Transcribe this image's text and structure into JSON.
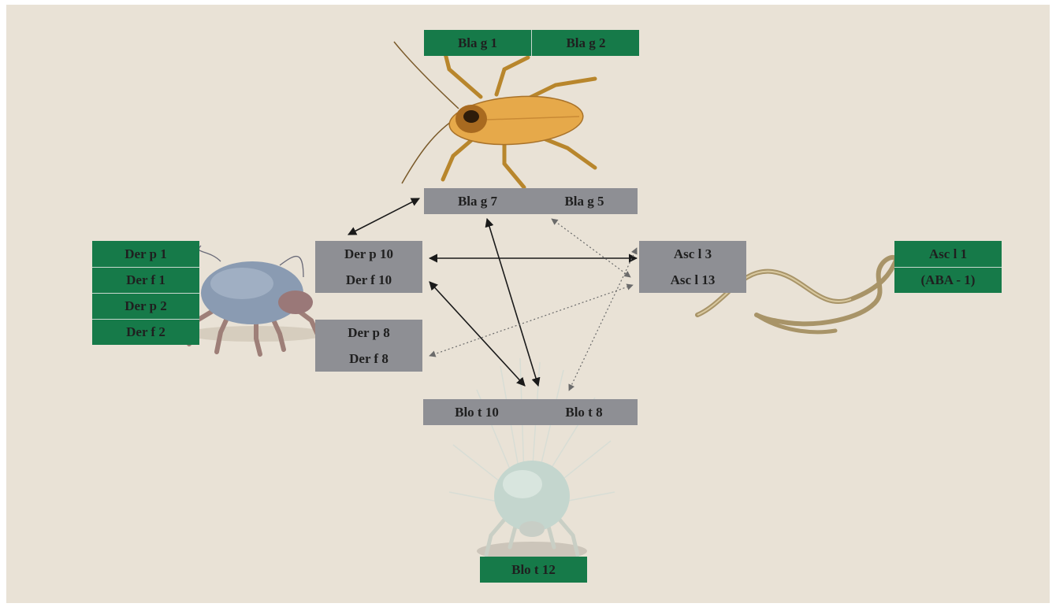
{
  "cockroach": {
    "top_pair": [
      "Bla g 1",
      "Bla g 2"
    ],
    "bottom_pair": [
      "Bla g 7",
      "Bla g 5"
    ]
  },
  "der_mite": {
    "green": [
      "Der p 1",
      "Der f 1",
      "Der p 2",
      "Der f 2"
    ],
    "group_10": [
      "Der p 10",
      "Der f 10"
    ],
    "group_8": [
      "Der p 8",
      "Der f 8"
    ]
  },
  "ascaris": {
    "grey": [
      "Asc l 3",
      "Asc l 13"
    ],
    "green": [
      "Asc l 1",
      "(ABA - 1)"
    ]
  },
  "blo_mite": {
    "grey": [
      "Blo t 10",
      "Blo t 8"
    ],
    "green": [
      "Blo t 12"
    ]
  },
  "colors": {
    "background": "#e9e2d6",
    "species_specific": "#167a49",
    "cross_reactive": "#8e8f94",
    "arrow_solid": "#1a1a1a",
    "arrow_dotted": "#6b6b6b"
  },
  "illustrations": [
    "cockroach-illustration",
    "house-dust-mite-illustration",
    "roundworm-illustration",
    "storage-mite-illustration"
  ]
}
